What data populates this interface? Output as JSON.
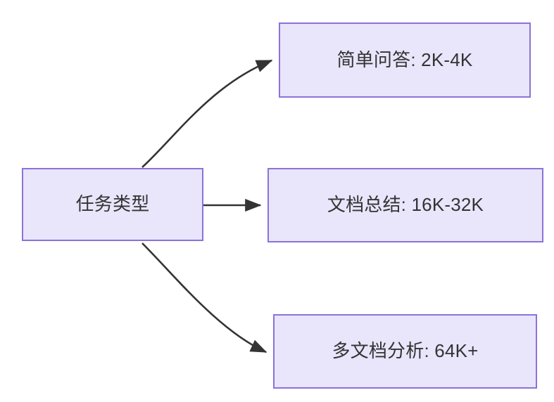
{
  "diagram": {
    "type": "flowchart",
    "direction": "left-to-right",
    "background_color": "#FFFFFF",
    "node_fill_color": "#E9E5FB",
    "node_border_color": "#8B72D9",
    "node_text_color": "#333333",
    "edge_color": "#333333",
    "source": {
      "id": "task-type",
      "label": "任务类型"
    },
    "targets": [
      {
        "id": "simple-qa",
        "label": "简单问答: 2K-4K",
        "task": "简单问答",
        "range": "2K-4K"
      },
      {
        "id": "doc-summary",
        "label": "文档总结: 16K-32K",
        "task": "文档总结",
        "range": "16K-32K"
      },
      {
        "id": "multi-doc-analysis",
        "label": "多文档分析: 64K+",
        "task": "多文档分析",
        "range": "64K+"
      }
    ],
    "edges": [
      {
        "id": "edge-to-simple-qa",
        "from": "任务类型",
        "to": "简单问答: 2K-4K",
        "style": "curved-arrow",
        "label": ""
      },
      {
        "id": "edge-to-doc-summary",
        "from": "任务类型",
        "to": "文档总结: 16K-32K",
        "style": "straight-arrow",
        "label": ""
      },
      {
        "id": "edge-to-multi-doc",
        "from": "任务类型",
        "to": "多文档分析: 64K+",
        "style": "curved-arrow",
        "label": ""
      }
    ]
  }
}
